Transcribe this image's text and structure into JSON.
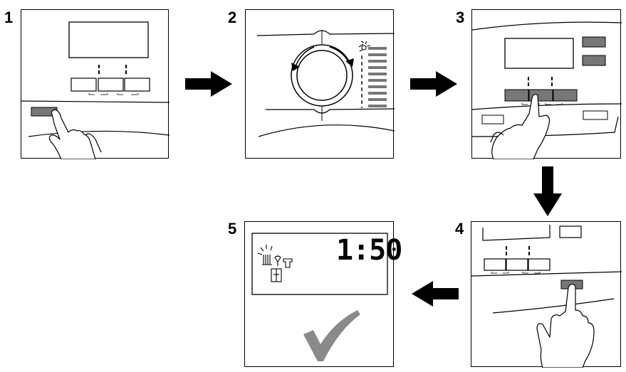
{
  "steps": [
    {
      "number": "1"
    },
    {
      "number": "2"
    },
    {
      "number": "3"
    },
    {
      "number": "4"
    },
    {
      "number": "5"
    }
  ],
  "display": {
    "time": "1:50"
  },
  "colors": {
    "line": "#000000",
    "button_pressed": "#777777",
    "checkmark": "#8a8a8a"
  },
  "icons": [
    "hand-pointer-icon",
    "knob-rotate-icon",
    "drying-icon",
    "checkmark-icon",
    "arrow-right-icon",
    "arrow-down-icon",
    "arrow-left-icon"
  ]
}
